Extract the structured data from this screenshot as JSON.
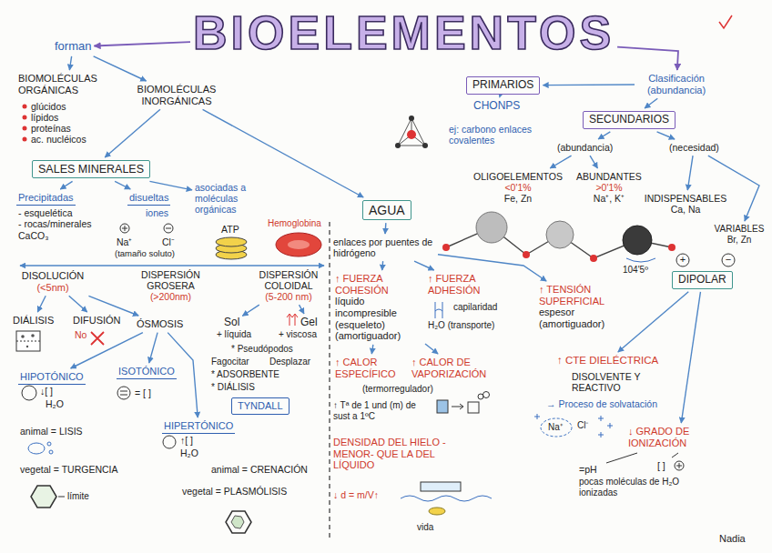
{
  "diagram": {
    "nodes": [
      {
        "text": [
          "BIOELEMENTOS"
        ]
      },
      {
        "text": [
          "forman"
        ]
      },
      {
        "text": [
          "BIOMOLÉCULAS ORGÁNICAS"
        ]
      },
      {
        "text": [
          "BIOMOLÉCULAS INORGÁNICAS"
        ]
      },
      {
        "text": [
          "SALES MINERALES"
        ]
      },
      {
        "text": [
          "Precipitadas"
        ]
      },
      {
        "text": [
          "disueltas"
        ]
      },
      {
        "text": [
          "asociadas a moléculas orgánicas"
        ]
      },
      {
        "text": [
          "DISOLUCIÓN",
          "(<5nm)"
        ]
      },
      {
        "text": [
          "DISPERSIÓN GROSERA",
          "(>200nm)"
        ]
      },
      {
        "text": [
          "DISPERSIÓN COLOIDAL",
          "(5-200 nm)"
        ]
      },
      {
        "text": [
          "DIÁLISIS"
        ]
      },
      {
        "text": [
          "DIFUSIÓN"
        ]
      },
      {
        "text": [
          "ÓSMOSIS"
        ]
      },
      {
        "text": [
          "HIPOTÓNICO"
        ]
      },
      {
        "text": [
          "ISOTÓNICO"
        ]
      },
      {
        "text": [
          "HIPERTÓNICO"
        ]
      },
      {
        "text": [
          "Sol"
        ]
      },
      {
        "text": [
          "Gel"
        ]
      },
      {
        "text": [
          "TYNDALL"
        ]
      },
      {
        "text": [
          "AGUA"
        ]
      },
      {
        "text": [
          "enlaces por puentes de hidrógeno"
        ]
      },
      {
        "text": [
          "↑ FUERZA COHESIÓN",
          "líquido incompresible (esqueleto) (amortiguador)"
        ]
      },
      {
        "text": [
          "↑ FUERZA ADHESIÓN"
        ]
      },
      {
        "text": [
          "↑ TENSIÓN SUPERFICIAL",
          "espesor (amortiguador)"
        ]
      },
      {
        "text": [
          "↑ CALOR ESPECÍFICO"
        ]
      },
      {
        "text": [
          "↑ CALOR DE VAPORIZACIÓN"
        ]
      },
      {
        "text": [
          "DENSIDAD DEL HIELO -MENOR- QUE LA DEL LÍQUIDO"
        ]
      },
      {
        "text": [
          "Clasificación (abundancia)"
        ]
      },
      {
        "text": [
          "PRIMARIOS"
        ]
      },
      {
        "text": [
          "CHONPS"
        ]
      },
      {
        "text": [
          "SECUNDARIOS"
        ]
      },
      {
        "text": [
          "(abundancia)"
        ]
      },
      {
        "text": [
          "(necesidad)"
        ]
      },
      {
        "text": [
          "OLIGOELEMENTOS",
          "<0'1%",
          "Fe, Zn"
        ]
      },
      {
        "text": [
          "ABUNDANTES",
          ">0'1%",
          "Na⁺, K⁺"
        ]
      },
      {
        "text": [
          "INDISPENSABLES",
          "Ca, Na"
        ]
      },
      {
        "text": [
          "VARIABLES",
          "Br, Zn"
        ]
      },
      {
        "text": [
          "DIPOLAR"
        ]
      },
      {
        "text": [
          "↑ CTE DIELÉCTRICA"
        ]
      },
      {
        "text": [
          "↓ GRADO DE IONIZACIÓN"
        ]
      }
    ],
    "edges": [
      {
        "from": 0,
        "to": 1,
        "arrow": "to"
      },
      {
        "from": 1,
        "to": 2,
        "arrow": "to"
      },
      {
        "from": 1,
        "to": 3,
        "arrow": "to"
      },
      {
        "from": 3,
        "to": 4,
        "arrow": "to"
      },
      {
        "from": 3,
        "to": 20,
        "arrow": "to"
      },
      {
        "from": 4,
        "to": 5,
        "arrow": "to"
      },
      {
        "from": 4,
        "to": 6,
        "arrow": "to"
      },
      {
        "from": 4,
        "to": 7,
        "arrow": "to"
      },
      {
        "from": 8,
        "to": 11,
        "arrow": "to"
      },
      {
        "from": 8,
        "to": 12,
        "arrow": "to"
      },
      {
        "from": 8,
        "to": 13,
        "arrow": "to"
      },
      {
        "from": 13,
        "to": 14,
        "arrow": "to"
      },
      {
        "from": 13,
        "to": 15,
        "arrow": "to"
      },
      {
        "from": 13,
        "to": 16,
        "arrow": "to"
      },
      {
        "from": 10,
        "to": 17,
        "arrow": "to"
      },
      {
        "from": 10,
        "to": 18,
        "arrow": "to"
      },
      {
        "from": 20,
        "to": 21,
        "arrow": "to"
      },
      {
        "from": 21,
        "to": 22,
        "arrow": "to"
      },
      {
        "from": 21,
        "to": 23,
        "arrow": "to"
      },
      {
        "from": 21,
        "to": 24,
        "arrow": "to"
      },
      {
        "from": 22,
        "to": 25,
        "arrow": "to"
      },
      {
        "from": 22,
        "to": 26,
        "arrow": "to"
      },
      {
        "from": 0,
        "to": 28,
        "arrow": "to"
      },
      {
        "from": 28,
        "to": 29,
        "arrow": "to"
      },
      {
        "from": 28,
        "to": 31,
        "arrow": "to"
      },
      {
        "from": 29,
        "to": 30,
        "arrow": "to"
      },
      {
        "from": 31,
        "to": 32,
        "arrow": "to"
      },
      {
        "from": 31,
        "to": 33,
        "arrow": "to"
      },
      {
        "from": 32,
        "to": 34,
        "arrow": "to"
      },
      {
        "from": 32,
        "to": 35,
        "arrow": "to"
      },
      {
        "from": 33,
        "to": 36,
        "arrow": "to"
      },
      {
        "from": 33,
        "to": 37,
        "arrow": "to"
      },
      {
        "from": 38,
        "to": 39,
        "arrow": "to"
      },
      {
        "from": 38,
        "to": 40,
        "arrow": "to"
      }
    ],
    "labels": [
      "glúcidos",
      "lípidos",
      "proteínas",
      "ac. nucléicos",
      "- esquelética",
      "- rocas/minerales",
      "CaCO₃",
      "iones",
      "Na⁺",
      "Cl⁻",
      "(tamaño soluto)",
      "ATP",
      "Hemoglobina",
      "No",
      "↓[ ]",
      "H₂O",
      "animal = LISIS",
      "vegetal = TURGENCIA",
      "límite",
      "= [ ]",
      "↑[ ]",
      "H₂O",
      "animal = CRENACIÓN",
      "vegetal = PLASMÓLISIS",
      "+ líquida",
      "+ viscosa",
      "* Pseudópodos",
      "Fagocitar",
      "Desplazar",
      "* ADSORBENTE",
      "* DIÁLISIS",
      "capilaridad",
      "H₂O (transporte)",
      "(termorregulador)",
      "↑ Tª de 1 und (m) de sust a 1ºC",
      "↓ d = m/V↑",
      "vida",
      "ej: carbono enlaces covalentes",
      "104'5º",
      "+",
      "−",
      "DISOLVENTE Y REACTIVO",
      "→ Proceso de solvatación",
      "Na⁺",
      "Cl⁻",
      "=pH",
      "[ ]",
      "pocas moléculas de H₂O ionizadas",
      "Nadia"
    ]
  }
}
